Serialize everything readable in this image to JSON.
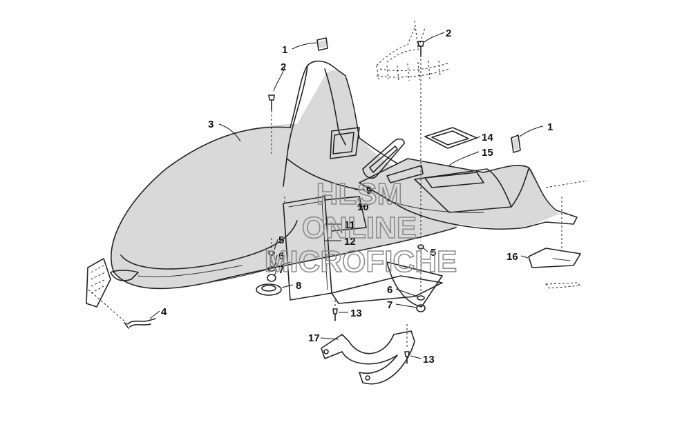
{
  "watermark": {
    "line1": "HLSM",
    "line2": "ONLINE",
    "line3": "MICROFICHE"
  },
  "callouts": [
    {
      "id": "c1a",
      "label": "1"
    },
    {
      "id": "c2a",
      "label": "2"
    },
    {
      "id": "c2b",
      "label": "2"
    },
    {
      "id": "c3",
      "label": "3"
    },
    {
      "id": "c1b",
      "label": "1"
    },
    {
      "id": "c14",
      "label": "14"
    },
    {
      "id": "c15",
      "label": "15"
    },
    {
      "id": "c9",
      "label": "9"
    },
    {
      "id": "c10",
      "label": "10"
    },
    {
      "id": "c11",
      "label": "11"
    },
    {
      "id": "c12",
      "label": "12"
    },
    {
      "id": "c5a",
      "label": "5"
    },
    {
      "id": "c6a",
      "label": "6"
    },
    {
      "id": "c7a",
      "label": "7"
    },
    {
      "id": "c8",
      "label": "8"
    },
    {
      "id": "c5b",
      "label": "5"
    },
    {
      "id": "c16",
      "label": "16"
    },
    {
      "id": "c4",
      "label": "4"
    },
    {
      "id": "c6b",
      "label": "6"
    },
    {
      "id": "c7b",
      "label": "7"
    },
    {
      "id": "c13a",
      "label": "13"
    },
    {
      "id": "c17",
      "label": "17"
    },
    {
      "id": "c13b",
      "label": "13"
    }
  ]
}
